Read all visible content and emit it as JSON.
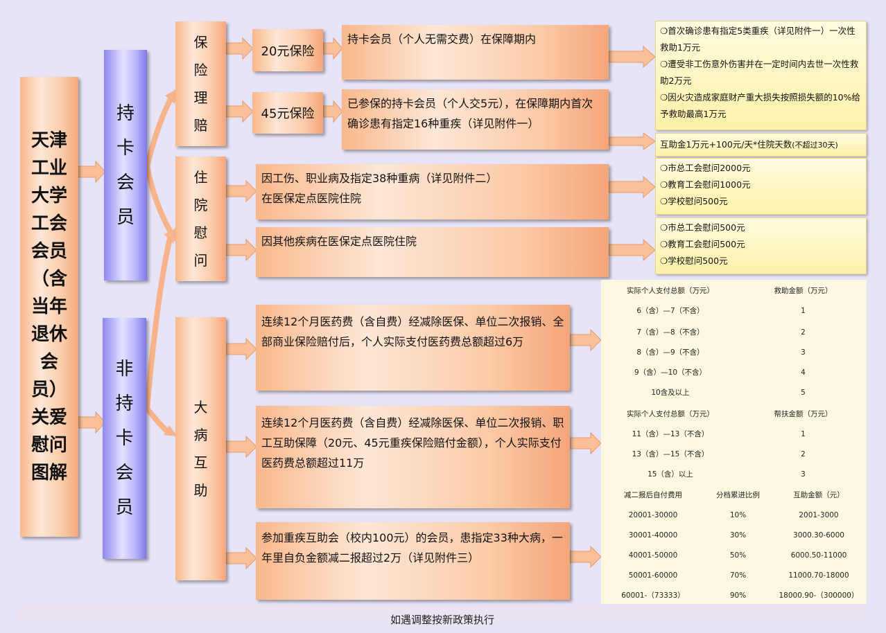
{
  "main_title": "天津工业大学工会会员（含当年退休会员）关爱慰问图解",
  "member_groups": {
    "card_member": "持卡会员",
    "non_card_member": "非持卡会员"
  },
  "categories": {
    "insurance_claims": "保险理赔",
    "hospital_visit": "住院慰问",
    "serious_illness": "大病互助"
  },
  "insurance": {
    "plan_20": {
      "label": "20元保险",
      "description": "持卡会员（个人无需交费）在保障期内",
      "benefits": [
        "首次确诊患有指定5类重疾（详见附件一）一次性救助1万元",
        "遭受非工伤意外伤害并在一定时间内去世一次性救助2万元",
        "因火灾造成家庭财产重大损失按照损失额的10%给予救助最高1万元"
      ]
    },
    "plan_45": {
      "label": "45元保险",
      "description": "已参保的持卡会员（个人交5元），在保障期内首次确诊患有指定16种重疾（详见附件一）",
      "benefit": "互助金1万元+100元/天*住院天数",
      "benefit_note": "(不超过30天)"
    }
  },
  "hospital": {
    "case1": {
      "line1": "因工伤、职业病及指定38种重病（详见附件二）",
      "line2": "在医保定点医院住院",
      "benefits": [
        "市总工会慰问2000元",
        "教育工会慰问1000元",
        "学校慰问500元"
      ]
    },
    "case2": {
      "line1": "因其他疾病在医保定点医院住院",
      "benefits": [
        "市总工会慰问500元",
        "教育工会慰问500元",
        "学校慰问500元"
      ]
    }
  },
  "illness": {
    "case1": "连续12个月医药费（含自费）经减除医保、单位二次报销、全部商业保险赔付后，个人实际支付医药费总额超过6万",
    "case2": "连续12个月医药费（含自费）经减除医保、单位二次报销、职工互助保障（20元、45元重疾保险赔付金额），个人实际支付医药费总额超过11万",
    "case3": "参加重疾互助会（校内100元）的会员，患指定33种大病，一年里自负金额减二报超过2万（详见附件三）"
  },
  "table1": {
    "headers": [
      "实际个人支付总额（万元）",
      "救助金额（万元）"
    ],
    "rows": [
      [
        "6（含）—7（不含）",
        "1"
      ],
      [
        "7（含）—8（不含）",
        "2"
      ],
      [
        "8（含）—9（不含）",
        "3"
      ],
      [
        "9（含）—10（不含）",
        "4"
      ],
      [
        "10含及以上",
        "5"
      ]
    ]
  },
  "table2": {
    "headers": [
      "实际个人支付总额（万元）",
      "帮扶金额（万元）"
    ],
    "rows": [
      [
        "11（含）—13（不含）",
        "1"
      ],
      [
        "13（含）—15（不含）",
        "2"
      ],
      [
        "15（含）以上",
        "3"
      ]
    ]
  },
  "table3": {
    "headers": [
      "减二报后自付费用",
      "分档累进比例",
      "互助金额（元）"
    ],
    "rows": [
      [
        "20001-30000",
        "10%",
        "2001-3000"
      ],
      [
        "30001-40000",
        "30%",
        "3000.30-6000"
      ],
      [
        "40001-50000",
        "50%",
        "6000.50-11000"
      ],
      [
        "50001-60000",
        "70%",
        "11000.70-18000"
      ],
      [
        "60001-（73333）",
        "90%",
        "18000.90-（300000）"
      ]
    ]
  },
  "footer": "如遇调整按新政策执行",
  "colors": {
    "background": "#e6e4f6",
    "orange": "#f9b88c",
    "blue": "#8e88f0",
    "yellow": "#fdf1a8",
    "arrow": "#f7b48a"
  }
}
